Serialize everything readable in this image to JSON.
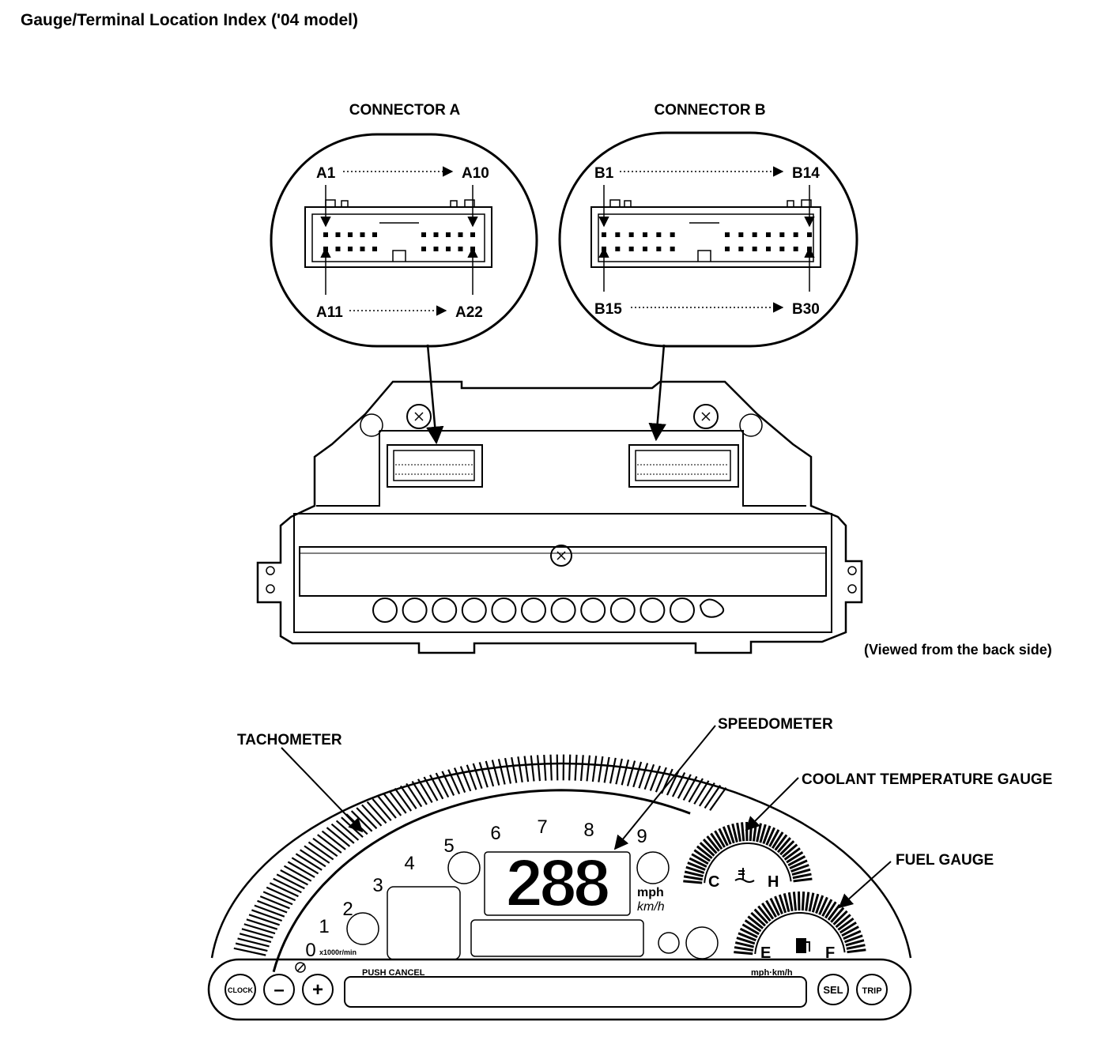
{
  "title": "Gauge/Terminal Location Index ('04 model)",
  "view_note": "(Viewed from the back side)",
  "connector_a": {
    "title": "CONNECTOR A",
    "top_left": "A1",
    "top_right": "A10",
    "bottom_left": "A11",
    "bottom_right": "A22"
  },
  "connector_b": {
    "title": "CONNECTOR B",
    "top_left": "B1",
    "top_right": "B14",
    "bottom_left": "B15",
    "bottom_right": "B30"
  },
  "labels": {
    "tachometer": "TACHOMETER",
    "speedometer": "SPEEDOMETER",
    "coolant": "COOLANT TEMPERATURE GAUGE",
    "fuel": "FUEL GAUGE"
  },
  "tach": {
    "numbers": [
      "0",
      "1",
      "2",
      "3",
      "4",
      "5",
      "6",
      "7",
      "8",
      "9"
    ],
    "unit": "x1000r/min"
  },
  "speed": {
    "digits": "288",
    "unit_top": "mph",
    "unit_bottom": "km/h"
  },
  "coolant_gauge": {
    "cold": "C",
    "hot": "H"
  },
  "fuel_gauge": {
    "empty": "E",
    "full": "F"
  },
  "buttons": {
    "clock": "CLOCK",
    "minus": "–",
    "plus": "+",
    "sel": "SEL",
    "trip": "TRIP"
  },
  "panel_text": {
    "push_cancel": "PUSH CANCEL",
    "mph_kmh": "mph·km/h"
  }
}
